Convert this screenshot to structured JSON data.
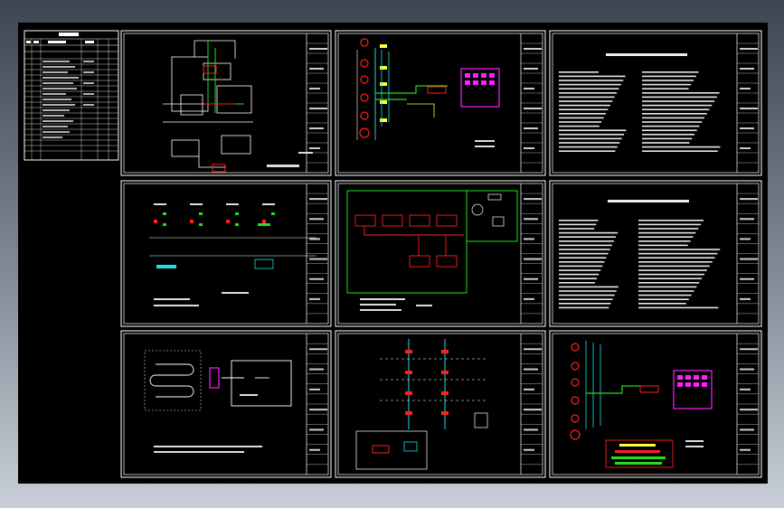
{
  "app": {
    "viewport_name": "cad-model-space",
    "background_color": "#000000"
  },
  "index_table": {
    "title": "图纸目录",
    "columns": [
      "序号",
      "图号",
      "图纸名称",
      "备注"
    ]
  },
  "sheets": [
    {
      "id": "sheet-1",
      "kind": "wiring-schematic"
    },
    {
      "id": "sheet-2",
      "kind": "system-diagram"
    },
    {
      "id": "sheet-3",
      "kind": "design-notes"
    },
    {
      "id": "sheet-4",
      "kind": "loop-diagram"
    },
    {
      "id": "sheet-5",
      "kind": "floor-layout"
    },
    {
      "id": "sheet-6",
      "kind": "design-notes"
    },
    {
      "id": "sheet-7",
      "kind": "installation-detail"
    },
    {
      "id": "sheet-8",
      "kind": "riser-diagram"
    },
    {
      "id": "sheet-9",
      "kind": "system-diagram-legend"
    }
  ],
  "colors": {
    "frame": "#ffffff",
    "red": "#ff2020",
    "green": "#20e020",
    "cyan": "#20e0e0",
    "magenta": "#ff20ff",
    "yellow": "#ffff40",
    "orange": "#ff9020"
  }
}
